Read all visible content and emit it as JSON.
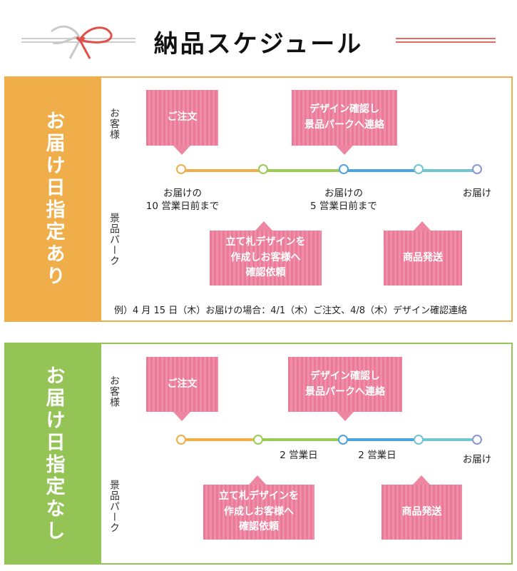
{
  "header": {
    "title": "納品スケジュール"
  },
  "actors": {
    "customer": "お客様",
    "store": "景品パーク"
  },
  "bubbles": {
    "order": "ご注文",
    "design_confirm": [
      "デザイン確認し",
      "景品パークへ連絡"
    ],
    "create_design": [
      "立て札デザインを",
      "作成しお客様へ",
      "確認依頼"
    ],
    "ship": "商品発送"
  },
  "sections": [
    {
      "label": "お届け日指定あり",
      "color": "#efae4a",
      "timeline_labels": {
        "first": [
          "お届けの",
          "10 営業日前まで"
        ],
        "second": [
          "お届けの",
          "5 営業日前まで"
        ],
        "end": "お届け"
      },
      "example": "例）4 月 15 日（木）お届けの場合：4/1（木）ご注文、4/8（木）デザイン確認連絡"
    },
    {
      "label": "お届け日指定なし",
      "color": "#93c455",
      "timeline_labels": {
        "first": "2 営業日",
        "second": "2 営業日",
        "end": "お届け"
      }
    }
  ],
  "timeline_colors": {
    "orange": "#efae4a",
    "green": "#9acb53",
    "blue": "#4ba3e2",
    "teal": "#6fc6cf",
    "purple": "#8d94d6"
  }
}
